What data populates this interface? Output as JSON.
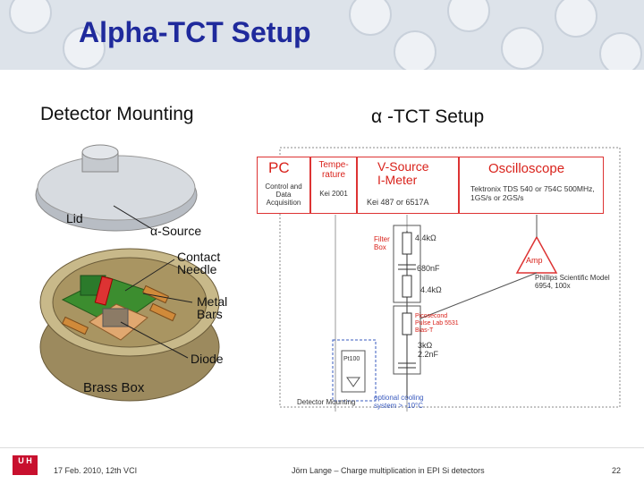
{
  "title": "Alpha-TCT Setup",
  "left": {
    "heading": "Detector Mounting",
    "labels": {
      "lid": "Lid",
      "alpha_source": "α-Source",
      "contact_needle": "Contact Needle",
      "metal_bars": "Metal Bars",
      "diode": "Diode",
      "brass_box": "Brass Box"
    }
  },
  "right": {
    "heading": "α -TCT Setup",
    "pc": {
      "title": "PC",
      "sub": "Control and Data Acquisition"
    },
    "temperature": {
      "title": "Tempe-rature",
      "sub": "Kei 2001"
    },
    "vsource": {
      "title": "V-Source I-Meter",
      "sub": "Kei 487 or 6517A"
    },
    "oscilloscope": {
      "title": "Oscilloscope",
      "sub": "Tektronix TDS 540 or 754C 500MHz, 1GS/s or 2GS/s"
    },
    "filter_box": "Filter Box",
    "r1": "4.4kΩ",
    "c1": "680nF",
    "r2": "4.4kΩ",
    "bias_tee": "Picosecond Pulse Lab 5531 Bias-T",
    "r3": "3kΩ",
    "c2": "2.2nF",
    "amp": "Amp",
    "amp_desc": "Phillips Scientific Model 6954, 100x",
    "pt100": "Pt100",
    "detector_mounting": "Detector Mounting",
    "cooling": "optional cooling system > -10°C"
  },
  "footer": {
    "date": "17 Feb. 2010, 12th VCI",
    "author": "Jörn Lange – Charge multiplication in EPI Si detectors",
    "page": "22"
  }
}
